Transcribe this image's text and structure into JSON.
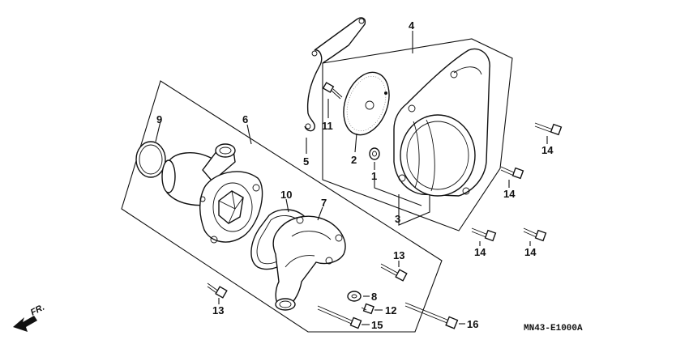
{
  "diagram": {
    "drawing_code": "MN43-E1000A",
    "direction_label": "FR.",
    "callouts": {
      "c1": "1",
      "c2": "2",
      "c3": "3",
      "c4": "4",
      "c5": "5",
      "c6": "6",
      "c7": "7",
      "c8": "8",
      "c9": "9",
      "c10": "10",
      "c11": "11",
      "c12": "12",
      "c13a": "13",
      "c13b": "13",
      "c14a": "14",
      "c14b": "14",
      "c14c": "14",
      "c14d": "14",
      "c15": "15",
      "c16": "16"
    }
  }
}
